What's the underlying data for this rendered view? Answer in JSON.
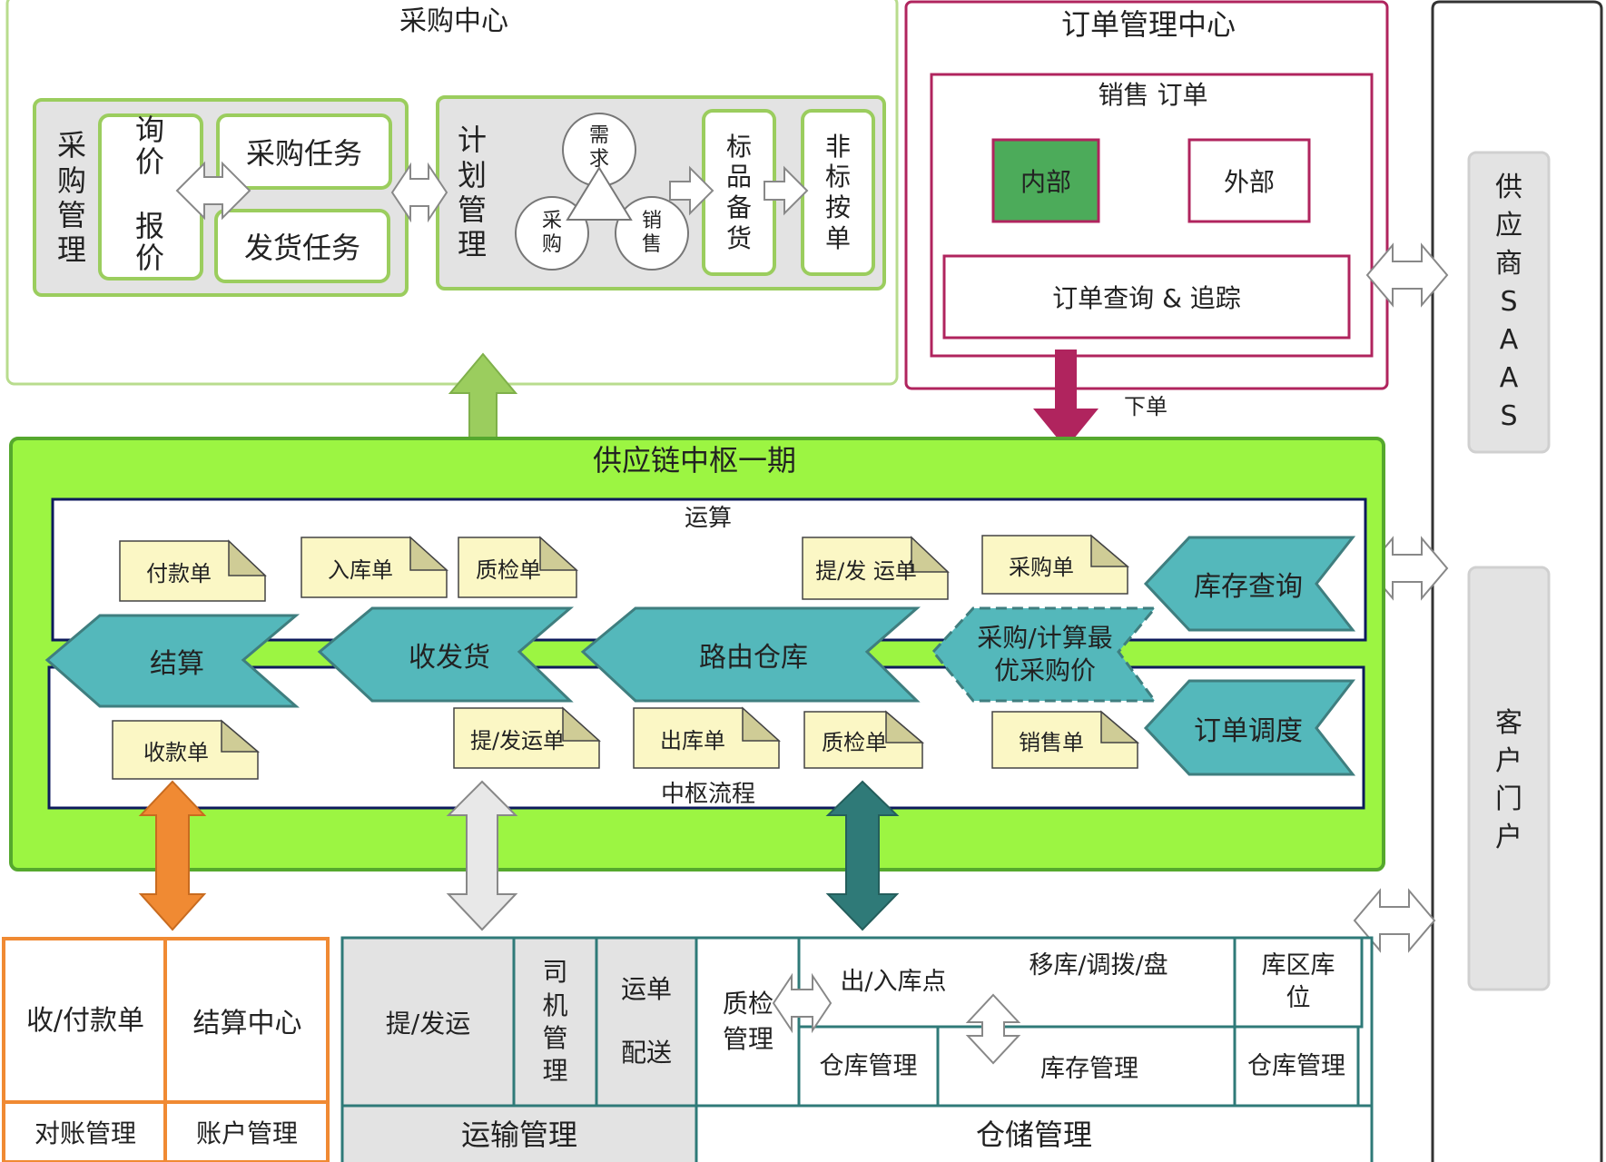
{
  "procurement": {
    "title": "采购中心",
    "mgmt_chars": [
      "采",
      "购",
      "管",
      "理"
    ],
    "inquiry_chars": [
      "询",
      "价",
      "",
      "报",
      "价"
    ],
    "purchase_task": "采购任务",
    "delivery_task": "发货任务",
    "plan_chars": [
      "计",
      "划",
      "管",
      "理"
    ],
    "demand": "需求",
    "buy": "采购",
    "sell": "销售",
    "std_chars": [
      "标",
      "品",
      "备",
      "货"
    ],
    "nonstd_chars": [
      "非",
      "标",
      "按",
      "单"
    ]
  },
  "order_center": {
    "title": "订单管理中心",
    "sales_order": "销售 订单",
    "internal": "内部",
    "external": "外部",
    "query": "订单查询 & 追踪",
    "place_order": "下单"
  },
  "right": {
    "supplier_chars": [
      "供",
      "应",
      "商",
      "S",
      "A",
      "A",
      "S"
    ],
    "portal_chars": [
      "客",
      "户",
      "门",
      "户"
    ]
  },
  "hub": {
    "title": "供应链中枢一期",
    "calc": "运算",
    "flow": "中枢流程",
    "chevrons": {
      "settle": "结算",
      "ship": "收发货",
      "route": "路由仓库",
      "optimal": "采购/计算最优采购价",
      "stock": "库存查询",
      "dispatch": "订单调度"
    },
    "notes_top": [
      "付款单",
      "入库单",
      "质检单",
      "提/发 运单",
      "采购单"
    ],
    "notes_bottom": [
      "收款单",
      "提/发运单",
      "出库单",
      "质检单",
      "销售单"
    ]
  },
  "finance": {
    "cells": [
      "收/付款单",
      "结算中心",
      "对账管理",
      "账户管理"
    ]
  },
  "transport": {
    "pickup": "提/发运",
    "driver_chars": [
      "司",
      "机",
      "管",
      "理"
    ],
    "waybill_chars": [
      "运单",
      "",
      "配送"
    ],
    "title": "运输管理"
  },
  "warehouse": {
    "qc_chars": [
      "质检",
      "管理"
    ],
    "inout": "出/入库点",
    "transfer": "移库/调拨/盘",
    "location": "库区库位",
    "wh_mgmt": "仓库管理",
    "stock_mgmt": "库存管理",
    "wh_mgmt2": "仓库管理",
    "title": "仓储管理"
  },
  "colors": {
    "light_green": "#9bcd5e",
    "hub_green": "#9cf542",
    "teal": "#54b8bb",
    "magenta": "#b0245e",
    "orange": "#f08a33",
    "dark_teal": "#2f7a78",
    "note_yellow": "#fbf7c5",
    "gray_box": "#e3e3e3",
    "internal_green": "#4cab5a"
  }
}
